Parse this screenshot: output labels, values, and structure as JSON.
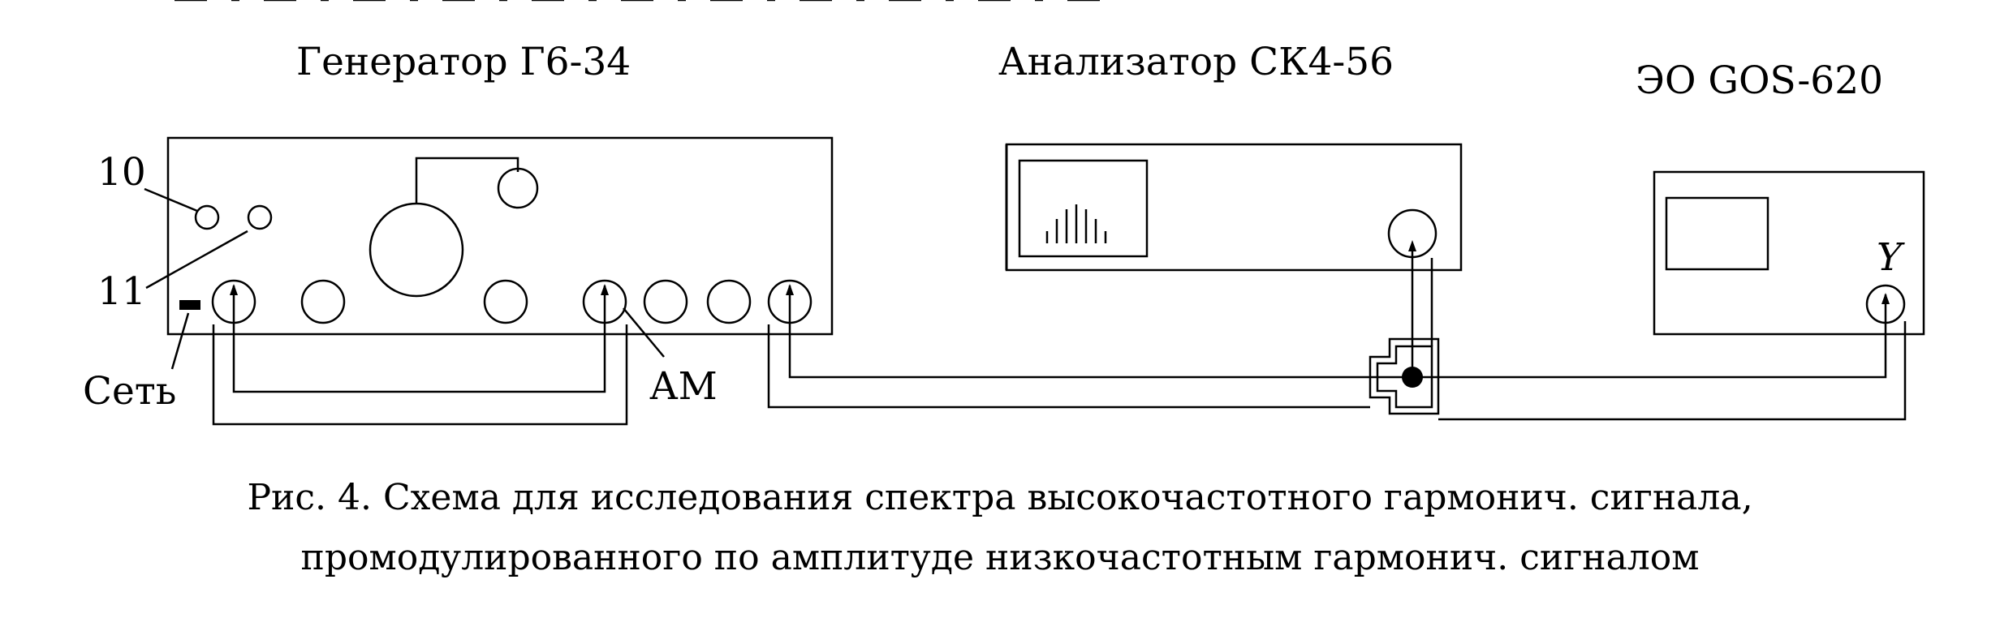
{
  "labels": {
    "generator_title": "Генератор Г6-34",
    "analyzer_title": "Анализатор СК4-56",
    "oscilloscope_title": "ЭО GOS-620",
    "label_10": "10",
    "label_11": "11",
    "label_power": "Сеть",
    "label_am": "АМ",
    "label_y": "Y"
  },
  "caption": {
    "line1": "Рис. 4. Схема для исследования спектра высокочастотного гармонич. сигнала,",
    "line2": "промодулированного по амплитуде низкочастотным гармонич. сигналом"
  }
}
